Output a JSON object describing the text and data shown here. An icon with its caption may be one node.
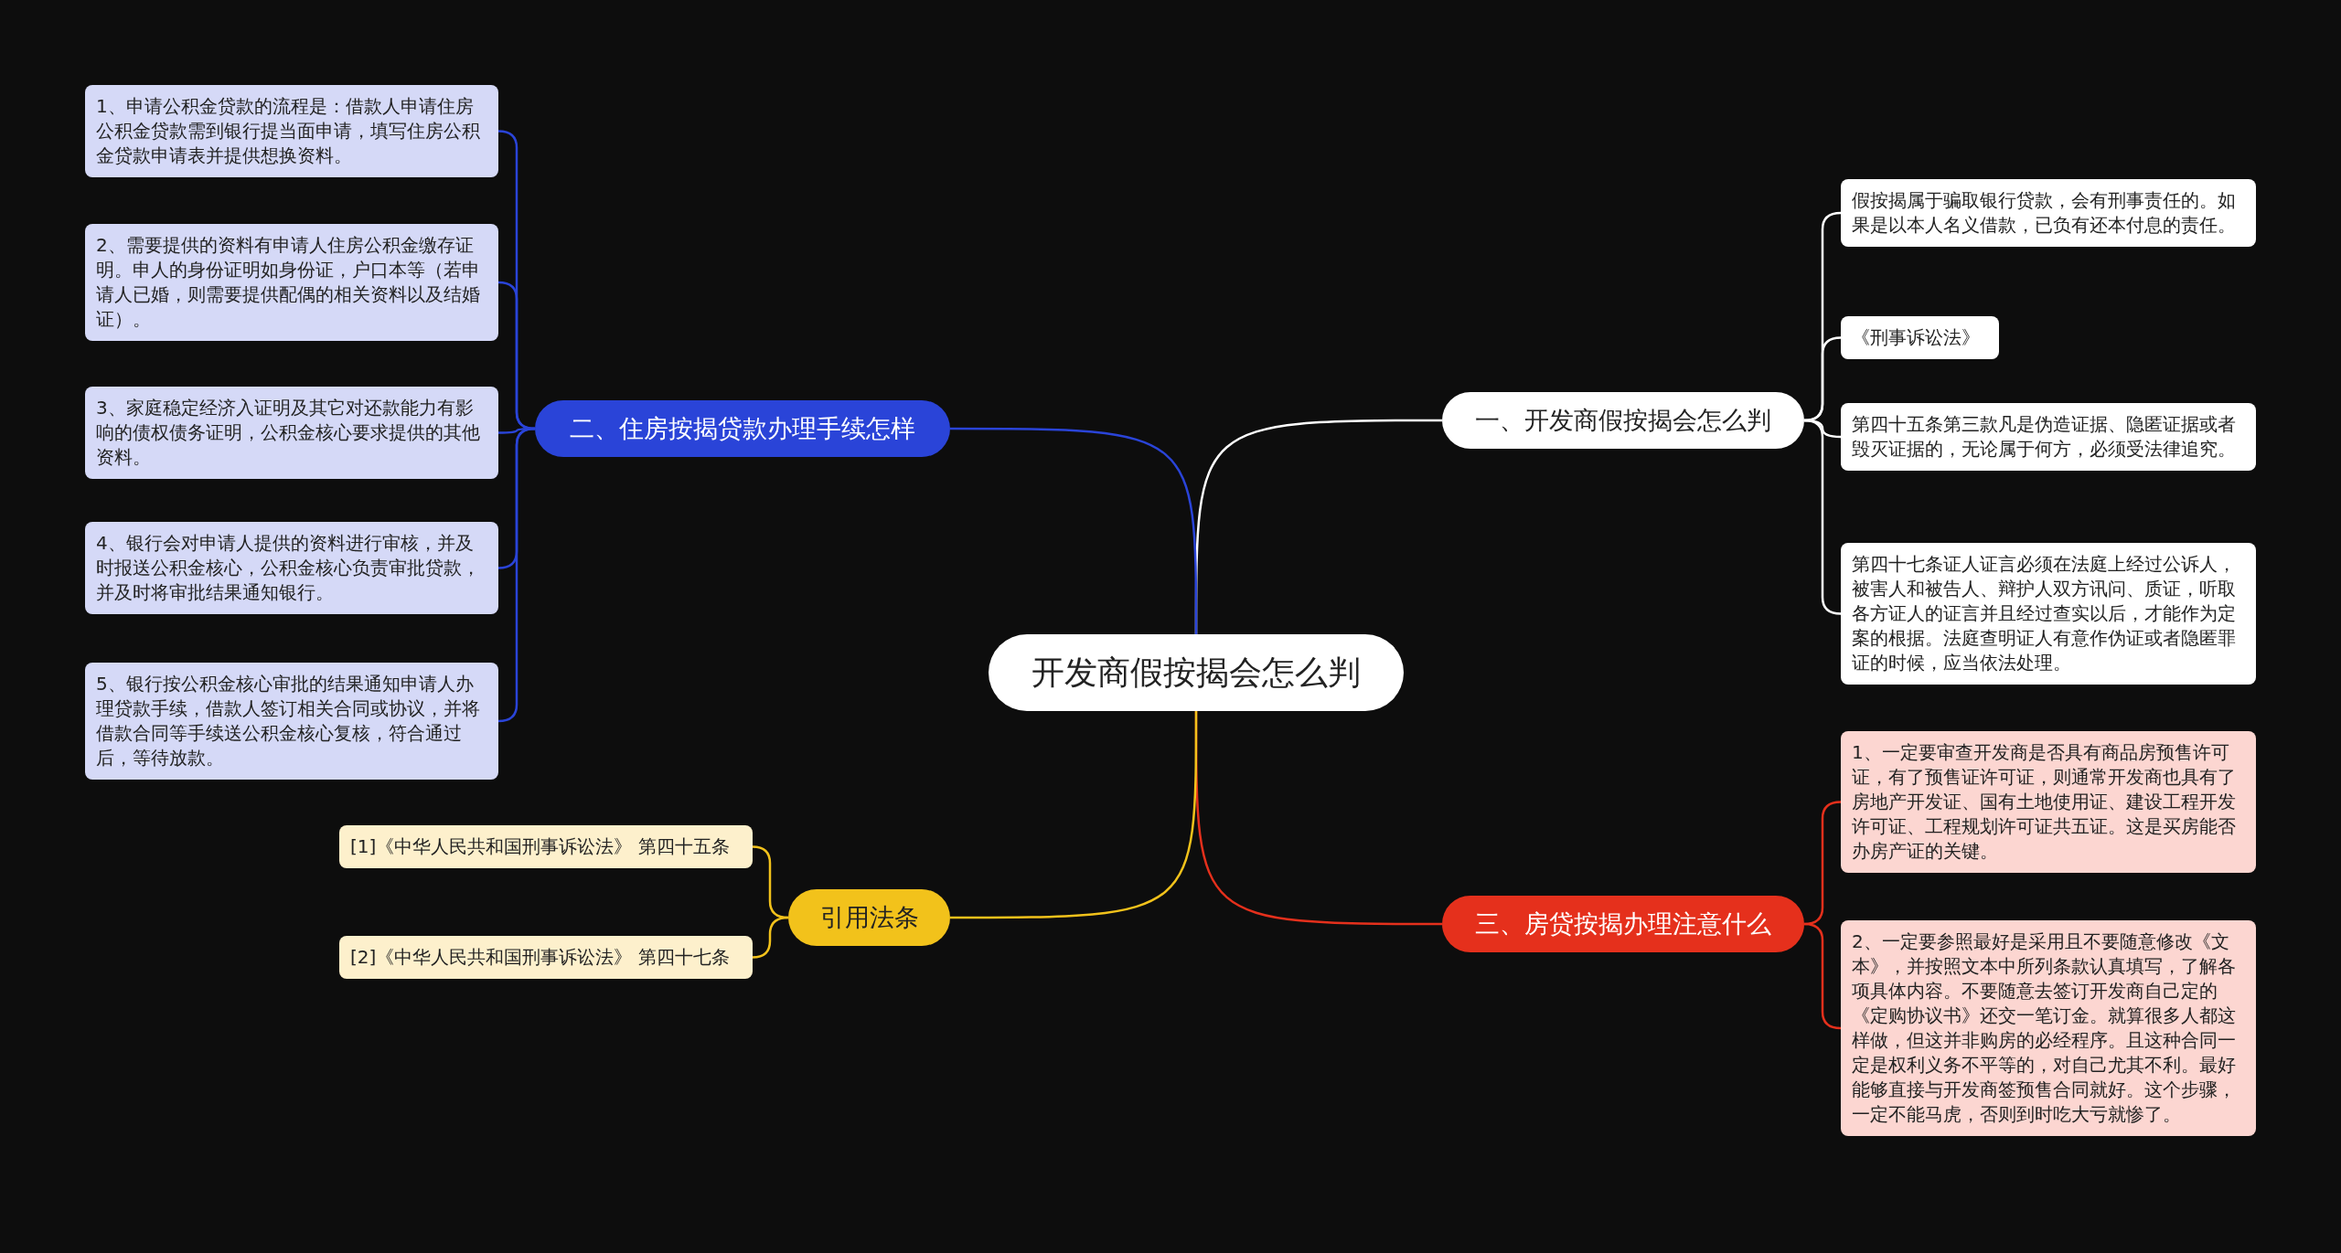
{
  "diagram": {
    "nodes": [
      {
        "text": [
          "开发商假按揭会怎么判"
        ]
      },
      {
        "text": [
          "一、开发商假按揭会怎么判"
        ]
      },
      {
        "text": [
          "假按揭属于骗取银行贷款，会有刑事责任的。如果是以本人名义借款，已负有还本付息的责任。"
        ]
      },
      {
        "text": [
          "《刑事诉讼法》"
        ]
      },
      {
        "text": [
          "第四十五条第三款凡是伪造证据、隐匿证据或者毁灭证据的，无论属于何方，必须受法律追究。"
        ]
      },
      {
        "text": [
          "第四十七条证人证言必须在法庭上经过公诉人，被害人和被告人、辩护人双方讯问、质证，听取各方证人的证言并且经过查实以后，才能作为定案的根据。法庭查明证人有意作伪证或者隐匿罪证的时候，应当依法处理。"
        ]
      },
      {
        "text": [
          "二、住房按揭贷款办理手续怎样"
        ]
      },
      {
        "text": [
          "1、申请公积金贷款的流程是：借款人申请住房公积金贷款需到银行提当面申请，填写住房公积金贷款申请表并提供想换资料。"
        ]
      },
      {
        "text": [
          "2、需要提供的资料有申请人住房公积金缴存证明。申人的身份证明如身份证，户口本等（若申请人已婚，则需要提供配偶的相关资料以及结婚证）。"
        ]
      },
      {
        "text": [
          "3、家庭稳定经济入证明及其它对还款能力有影响的债权债务证明，公积金核心要求提供的其他资料。"
        ]
      },
      {
        "text": [
          "4、银行会对申请人提供的资料进行审核，并及时报送公积金核心，公积金核心负责审批贷款，并及时将审批结果通知银行。"
        ]
      },
      {
        "text": [
          "5、银行按公积金核心审批的结果通知申请人办理贷款手续，借款人签订相关合同或协议，并将借款合同等手续送公积金核心复核，符合通过后，等待放款。"
        ]
      },
      {
        "text": [
          "三、房贷按揭办理注意什么"
        ]
      },
      {
        "text": [
          "1、一定要审查开发商是否具有商品房预售许可证，有了预售证许可证，则通常开发商也具有了房地产开发证、国有土地使用证、建设工程开发许可证、工程规划许可证共五证。这是买房能否办房产证的关键。"
        ]
      },
      {
        "text": [
          "2、一定要参照最好是采用且不要随意修改《文本》，并按照文本中所列条款认真填写，了解各项具体内容。不要随意去签订开发商自己定的《定购协议书》还交一笔订金。就算很多人都这样做，但这并非购房的必经程序。且这种合同一定是权利义务不平等的，对自己尤其不利。最好能够直接与开发商签预售合同就好。这个步骤，一定不能马虎，否则到时吃大亏就惨了。"
        ]
      },
      {
        "text": [
          "引用法条"
        ]
      },
      {
        "text": [
          "[1]《中华人民共和国刑事诉讼法》 第四十五条"
        ]
      },
      {
        "text": [
          "[2]《中华人民共和国刑事诉讼法》 第四十七条"
        ]
      }
    ],
    "edges": [
      {
        "from": 0,
        "to": 1,
        "arrow": "none",
        "color": "#ffffff"
      },
      {
        "from": 1,
        "to": 2,
        "arrow": "none",
        "color": "#ffffff"
      },
      {
        "from": 1,
        "to": 3,
        "arrow": "none",
        "color": "#ffffff"
      },
      {
        "from": 1,
        "to": 4,
        "arrow": "none",
        "color": "#ffffff"
      },
      {
        "from": 1,
        "to": 5,
        "arrow": "none",
        "color": "#ffffff"
      },
      {
        "from": 0,
        "to": 6,
        "arrow": "none"
      },
      {
        "from": 6,
        "to": 7,
        "arrow": "none"
      },
      {
        "from": 6,
        "to": 8,
        "arrow": "none"
      },
      {
        "from": 6,
        "to": 9,
        "arrow": "none"
      },
      {
        "from": 6,
        "to": 10,
        "arrow": "none"
      },
      {
        "from": 6,
        "to": 11,
        "arrow": "none"
      },
      {
        "from": 0,
        "to": 12,
        "arrow": "none",
        "color": "#e5301c"
      },
      {
        "from": 12,
        "to": 13,
        "arrow": "none",
        "color": "#e5301c"
      },
      {
        "from": 12,
        "to": 14,
        "arrow": "none",
        "color": "#e5301c"
      },
      {
        "from": 0,
        "to": 15,
        "arrow": "none",
        "color": "#f2c21b"
      },
      {
        "from": 15,
        "to": 16,
        "arrow": "none",
        "color": "#f2c21b"
      },
      {
        "from": 15,
        "to": 17,
        "arrow": "none",
        "color": "#f2c21b"
      }
    ]
  }
}
